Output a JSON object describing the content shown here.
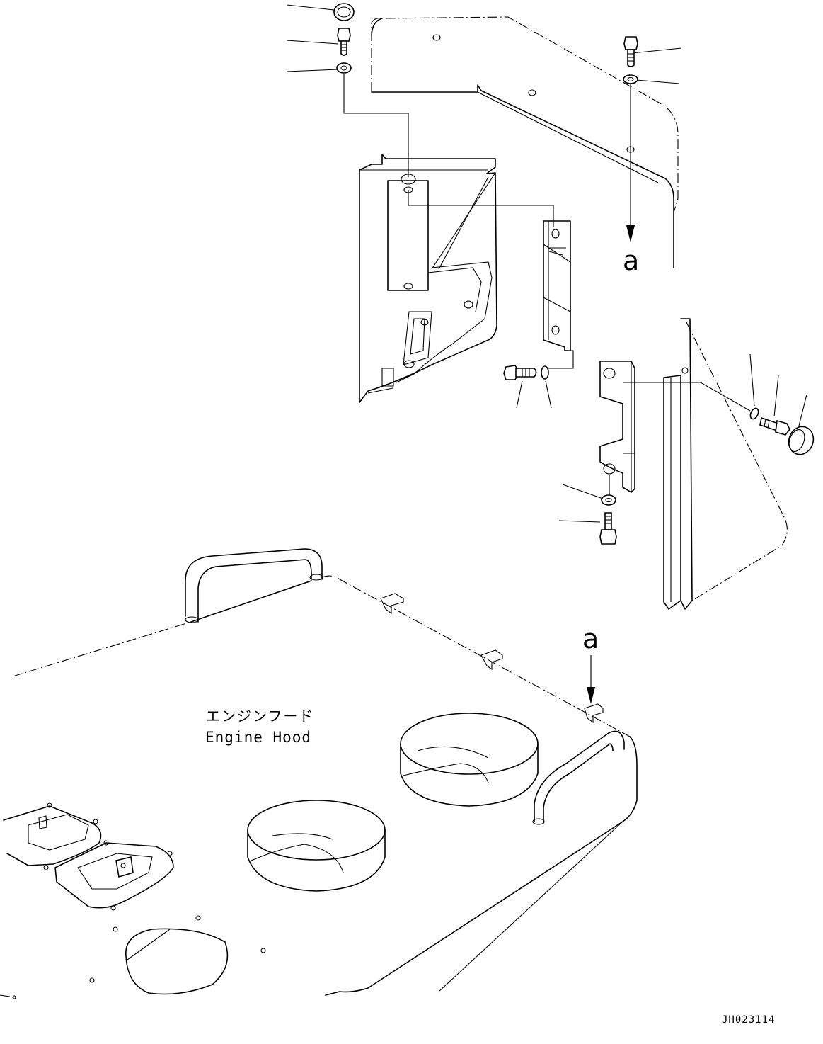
{
  "labels": {
    "ref_a_top": "a",
    "ref_a_hood": "a",
    "hood_label_jp": "エンジンフード",
    "hood_label_en": "Engine Hood",
    "drawing_id": "JH023114"
  }
}
